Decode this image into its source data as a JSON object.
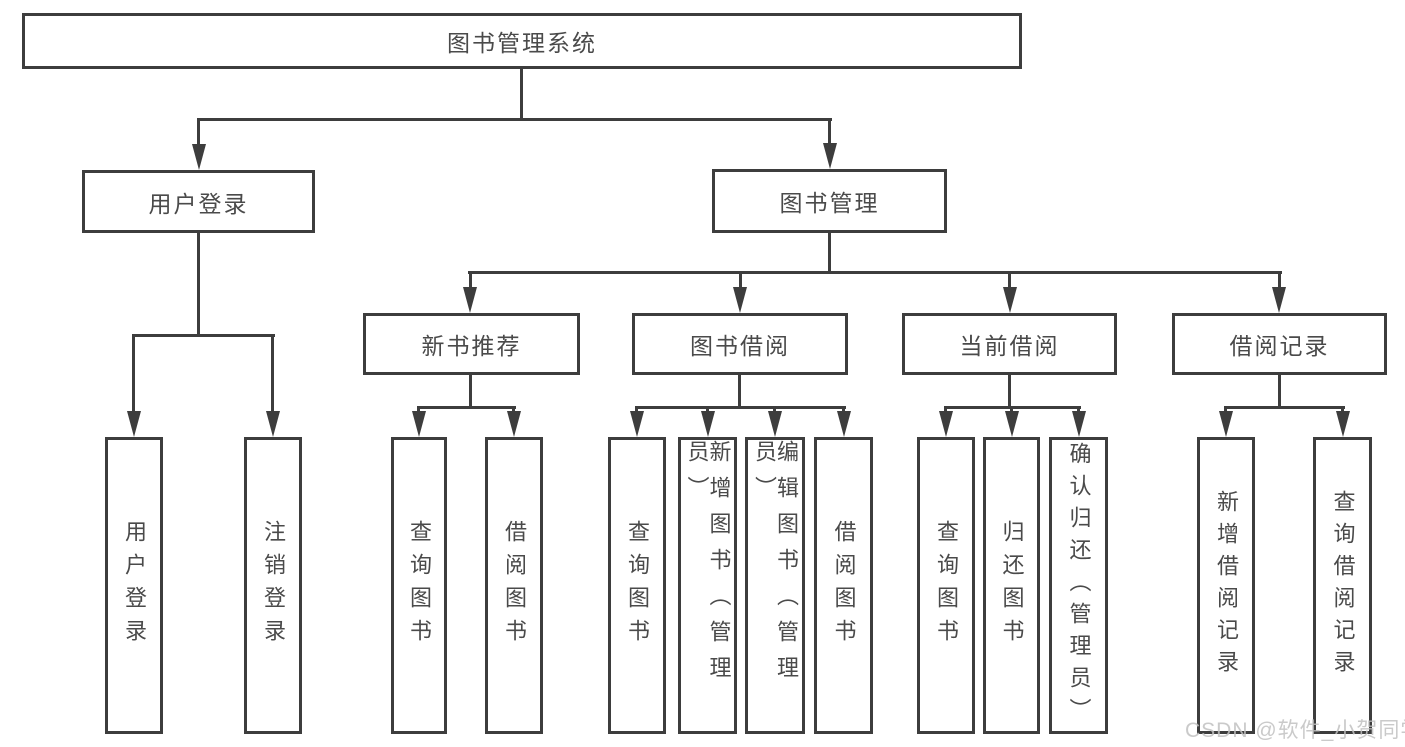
{
  "colors": {
    "line": "#3d3d3d",
    "box_border": "#3d3d3d",
    "text": "#4a4a4a",
    "background": "#ffffff",
    "watermark": "#c1c1c1"
  },
  "tree": {
    "root": "图书管理系统",
    "level2": [
      {
        "label": "用户登录",
        "children": [
          "用户登录",
          "注销登录"
        ]
      },
      {
        "label": "图书管理"
      }
    ],
    "level3": [
      {
        "label": "新书推荐",
        "children": [
          "查询图书",
          "借阅图书"
        ]
      },
      {
        "label": "图书借阅",
        "children": [
          "查询图书",
          "新增图书（管理员）",
          "编辑图书（管理员）",
          "借阅图书"
        ]
      },
      {
        "label": "当前借阅",
        "children": [
          "查询图书",
          "归还图书",
          "确认归还（管理员）"
        ]
      },
      {
        "label": "借阅记录",
        "children": [
          "新增借阅记录",
          "查询借阅记录"
        ]
      }
    ]
  },
  "watermark": {
    "text": "CSDN @软件_小贺同学"
  }
}
